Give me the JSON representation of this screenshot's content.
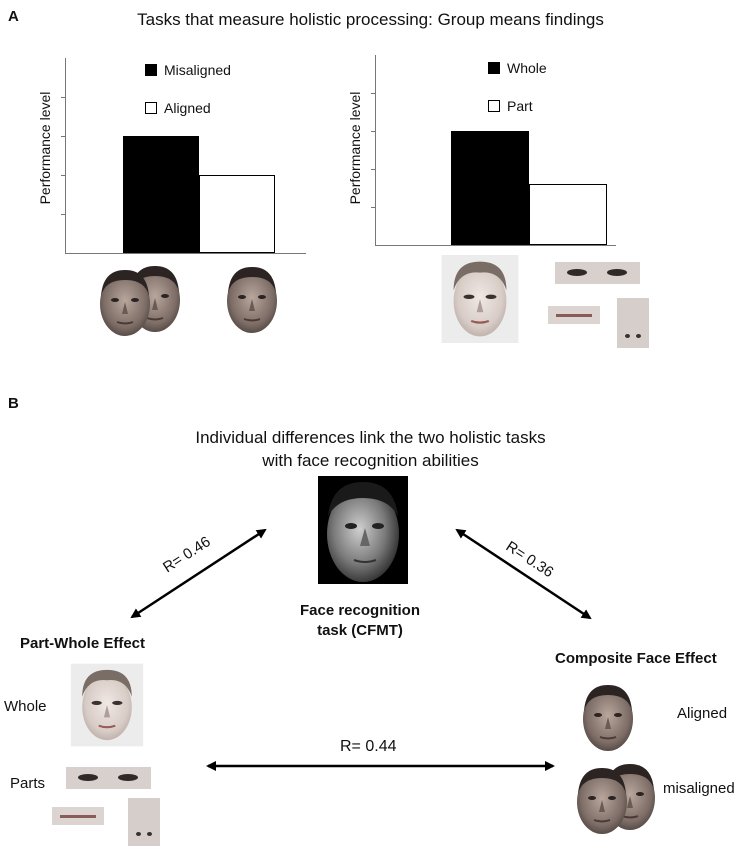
{
  "panelA": {
    "letter": "A",
    "title": "Tasks that measure holistic processing: Group means findings",
    "composite_chart": {
      "ylabel": "Performance level",
      "legend": [
        "Misaligned",
        "Aligned"
      ]
    },
    "partwhole_chart": {
      "ylabel": "Performance level",
      "legend": [
        "Whole",
        "Part"
      ]
    }
  },
  "panelB": {
    "letter": "B",
    "title_line1": "Individual differences link the two holistic tasks",
    "title_line2": "with face recognition abilities",
    "center_label_line1": "Face recognition",
    "center_label_line2": "task (CFMT)",
    "left_title": "Part-Whole Effect",
    "left_whole": "Whole",
    "left_parts": "Parts",
    "right_title": "Composite Face Effect",
    "right_aligned": "Aligned",
    "right_misaligned": "misaligned",
    "r_left": "R= 0.46",
    "r_right": "R= 0.36",
    "r_bottom": "R= 0.44"
  },
  "chart_data": [
    {
      "type": "bar",
      "categories": [
        "Misaligned",
        "Aligned"
      ],
      "values": [
        3,
        2
      ],
      "ylabel": "Performance level",
      "ylim": [
        0,
        5
      ],
      "colors": [
        "#000000",
        "#ffffff"
      ]
    },
    {
      "type": "bar",
      "categories": [
        "Whole",
        "Part"
      ],
      "values": [
        3,
        1.6
      ],
      "ylabel": "Performance level",
      "ylim": [
        0,
        5
      ],
      "colors": [
        "#000000",
        "#ffffff"
      ]
    }
  ]
}
